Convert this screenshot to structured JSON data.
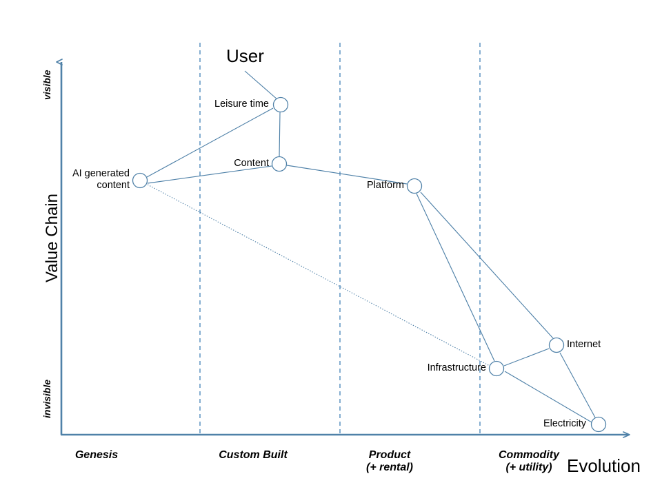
{
  "diagram": {
    "type": "wardley-map",
    "title_axis_y": "Value Chain",
    "title_axis_x": "Evolution",
    "colors": {
      "axis": "#4F81A8",
      "link": "#4F81A8",
      "node_stroke": "#4F81A8",
      "node_fill": "#FFFFFF",
      "gridline": "#3B7CB5",
      "text": "#000000"
    }
  },
  "visibility_labels": {
    "top": "visible",
    "bottom": "invisible"
  },
  "evolution_stages": [
    {
      "label": "Genesis"
    },
    {
      "label": "Custom Built"
    },
    {
      "label": "Product\n(+ rental)"
    },
    {
      "label": "Commodity\n(+ utility)"
    }
  ],
  "anchors": [
    {
      "id": "user",
      "label": "User"
    }
  ],
  "nodes": [
    {
      "id": "leisure-time",
      "label": "Leisure time"
    },
    {
      "id": "content",
      "label": "Content"
    },
    {
      "id": "ai-generated-content",
      "label": "AI generated\ncontent"
    },
    {
      "id": "platform",
      "label": "Platform"
    },
    {
      "id": "infrastructure",
      "label": "Infrastructure"
    },
    {
      "id": "internet",
      "label": "Internet"
    },
    {
      "id": "electricity",
      "label": "Electricity"
    }
  ],
  "links": [
    {
      "from": "user",
      "to": "leisure-time",
      "style": "solid"
    },
    {
      "from": "leisure-time",
      "to": "ai-generated-content",
      "style": "solid"
    },
    {
      "from": "leisure-time",
      "to": "content",
      "style": "solid"
    },
    {
      "from": "content",
      "to": "ai-generated-content",
      "style": "solid"
    },
    {
      "from": "content",
      "to": "platform",
      "style": "solid"
    },
    {
      "from": "platform",
      "to": "infrastructure",
      "style": "solid"
    },
    {
      "from": "platform",
      "to": "internet",
      "style": "solid"
    },
    {
      "from": "infrastructure",
      "to": "internet",
      "style": "solid"
    },
    {
      "from": "internet",
      "to": "electricity",
      "style": "solid"
    },
    {
      "from": "ai-generated-content",
      "to": "infrastructure",
      "style": "dotted"
    },
    {
      "from": "infrastructure",
      "to": "electricity",
      "style": "solid"
    }
  ],
  "chart_data": {
    "type": "scatter",
    "title": "",
    "xlabel": "Evolution",
    "ylabel": "Value Chain",
    "xlim": [
      0,
      1
    ],
    "ylim": [
      0,
      1
    ],
    "grid": "vertical-dashed",
    "legend": "none",
    "x_tick_labels": [
      "Genesis",
      "Custom Built",
      "Product (+ rental)",
      "Commodity (+ utility)"
    ],
    "x_tick_positions": [
      0.12,
      0.44,
      0.7,
      0.92
    ],
    "y_tick_labels": [
      "invisible",
      "visible"
    ],
    "points": [
      {
        "label": "User",
        "x": 0.306,
        "y": 0.935,
        "kind": "anchor"
      },
      {
        "label": "Leisure time",
        "x": 0.365,
        "y": 0.872,
        "kind": "component"
      },
      {
        "label": "Content",
        "x": 0.363,
        "y": 0.716,
        "kind": "component"
      },
      {
        "label": "AI generated content",
        "x": 0.131,
        "y": 0.673,
        "kind": "component"
      },
      {
        "label": "Platform",
        "x": 0.588,
        "y": 0.659,
        "kind": "component"
      },
      {
        "label": "Infrastructure",
        "x": 0.725,
        "y": 0.183,
        "kind": "component"
      },
      {
        "label": "Internet",
        "x": 0.825,
        "y": 0.244,
        "kind": "component"
      },
      {
        "label": "Electricity",
        "x": 0.895,
        "y": 0.039,
        "kind": "component"
      }
    ]
  }
}
